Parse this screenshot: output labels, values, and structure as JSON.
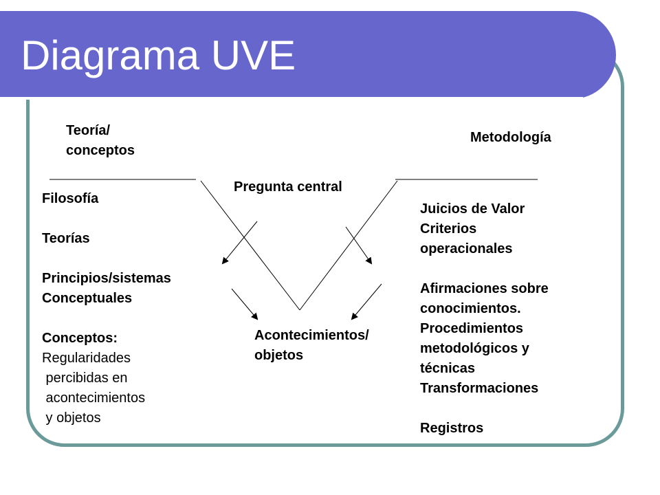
{
  "title": "Diagrama UVE",
  "left_heading": {
    "line1": "Teoría/",
    "line2": "conceptos"
  },
  "right_heading": "Metodología",
  "center_question": "Pregunta central",
  "bottom_label": {
    "line1": "Acontecimientos/",
    "line2": "objetos"
  },
  "left_column": {
    "item1": "Filosofía",
    "item2": "Teorías",
    "item3_line1": "Principios/sistemas",
    "item3_line2": "Conceptuales",
    "item4_heading": "Conceptos:",
    "item4_line1": "Regularidades",
    "item4_line2": " percibidas en",
    "item4_line3": " acontecimientos",
    "item4_line4": " y objetos"
  },
  "right_column": {
    "line1": "Juicios de Valor",
    "line2": "Criterios",
    "line3": "operacionales",
    "line4": "Afirmaciones sobre",
    "line5": "conocimientos.",
    "line6": "Procedimientos",
    "line7": "metodológicos y",
    "line8": "técnicas",
    "line9": "Transformaciones",
    "line10": "Registros"
  },
  "colors": {
    "title_bar": "#6666cc",
    "frame_border": "#6a9a9a",
    "text": "#000000"
  }
}
